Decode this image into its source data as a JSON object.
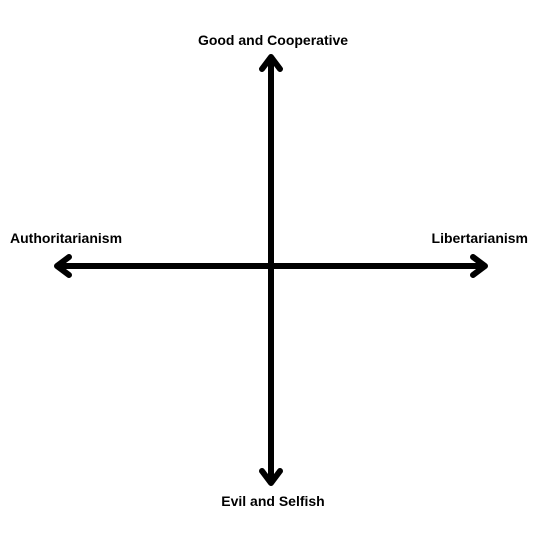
{
  "colors": {
    "background": "#ffffff",
    "axis": "#000000",
    "text": "#000000"
  },
  "axes": {
    "top_label": "Good and Cooperative",
    "bottom_label": "Evil and Selfish",
    "left_label": "Authoritarianism",
    "right_label": "Libertarianism"
  }
}
